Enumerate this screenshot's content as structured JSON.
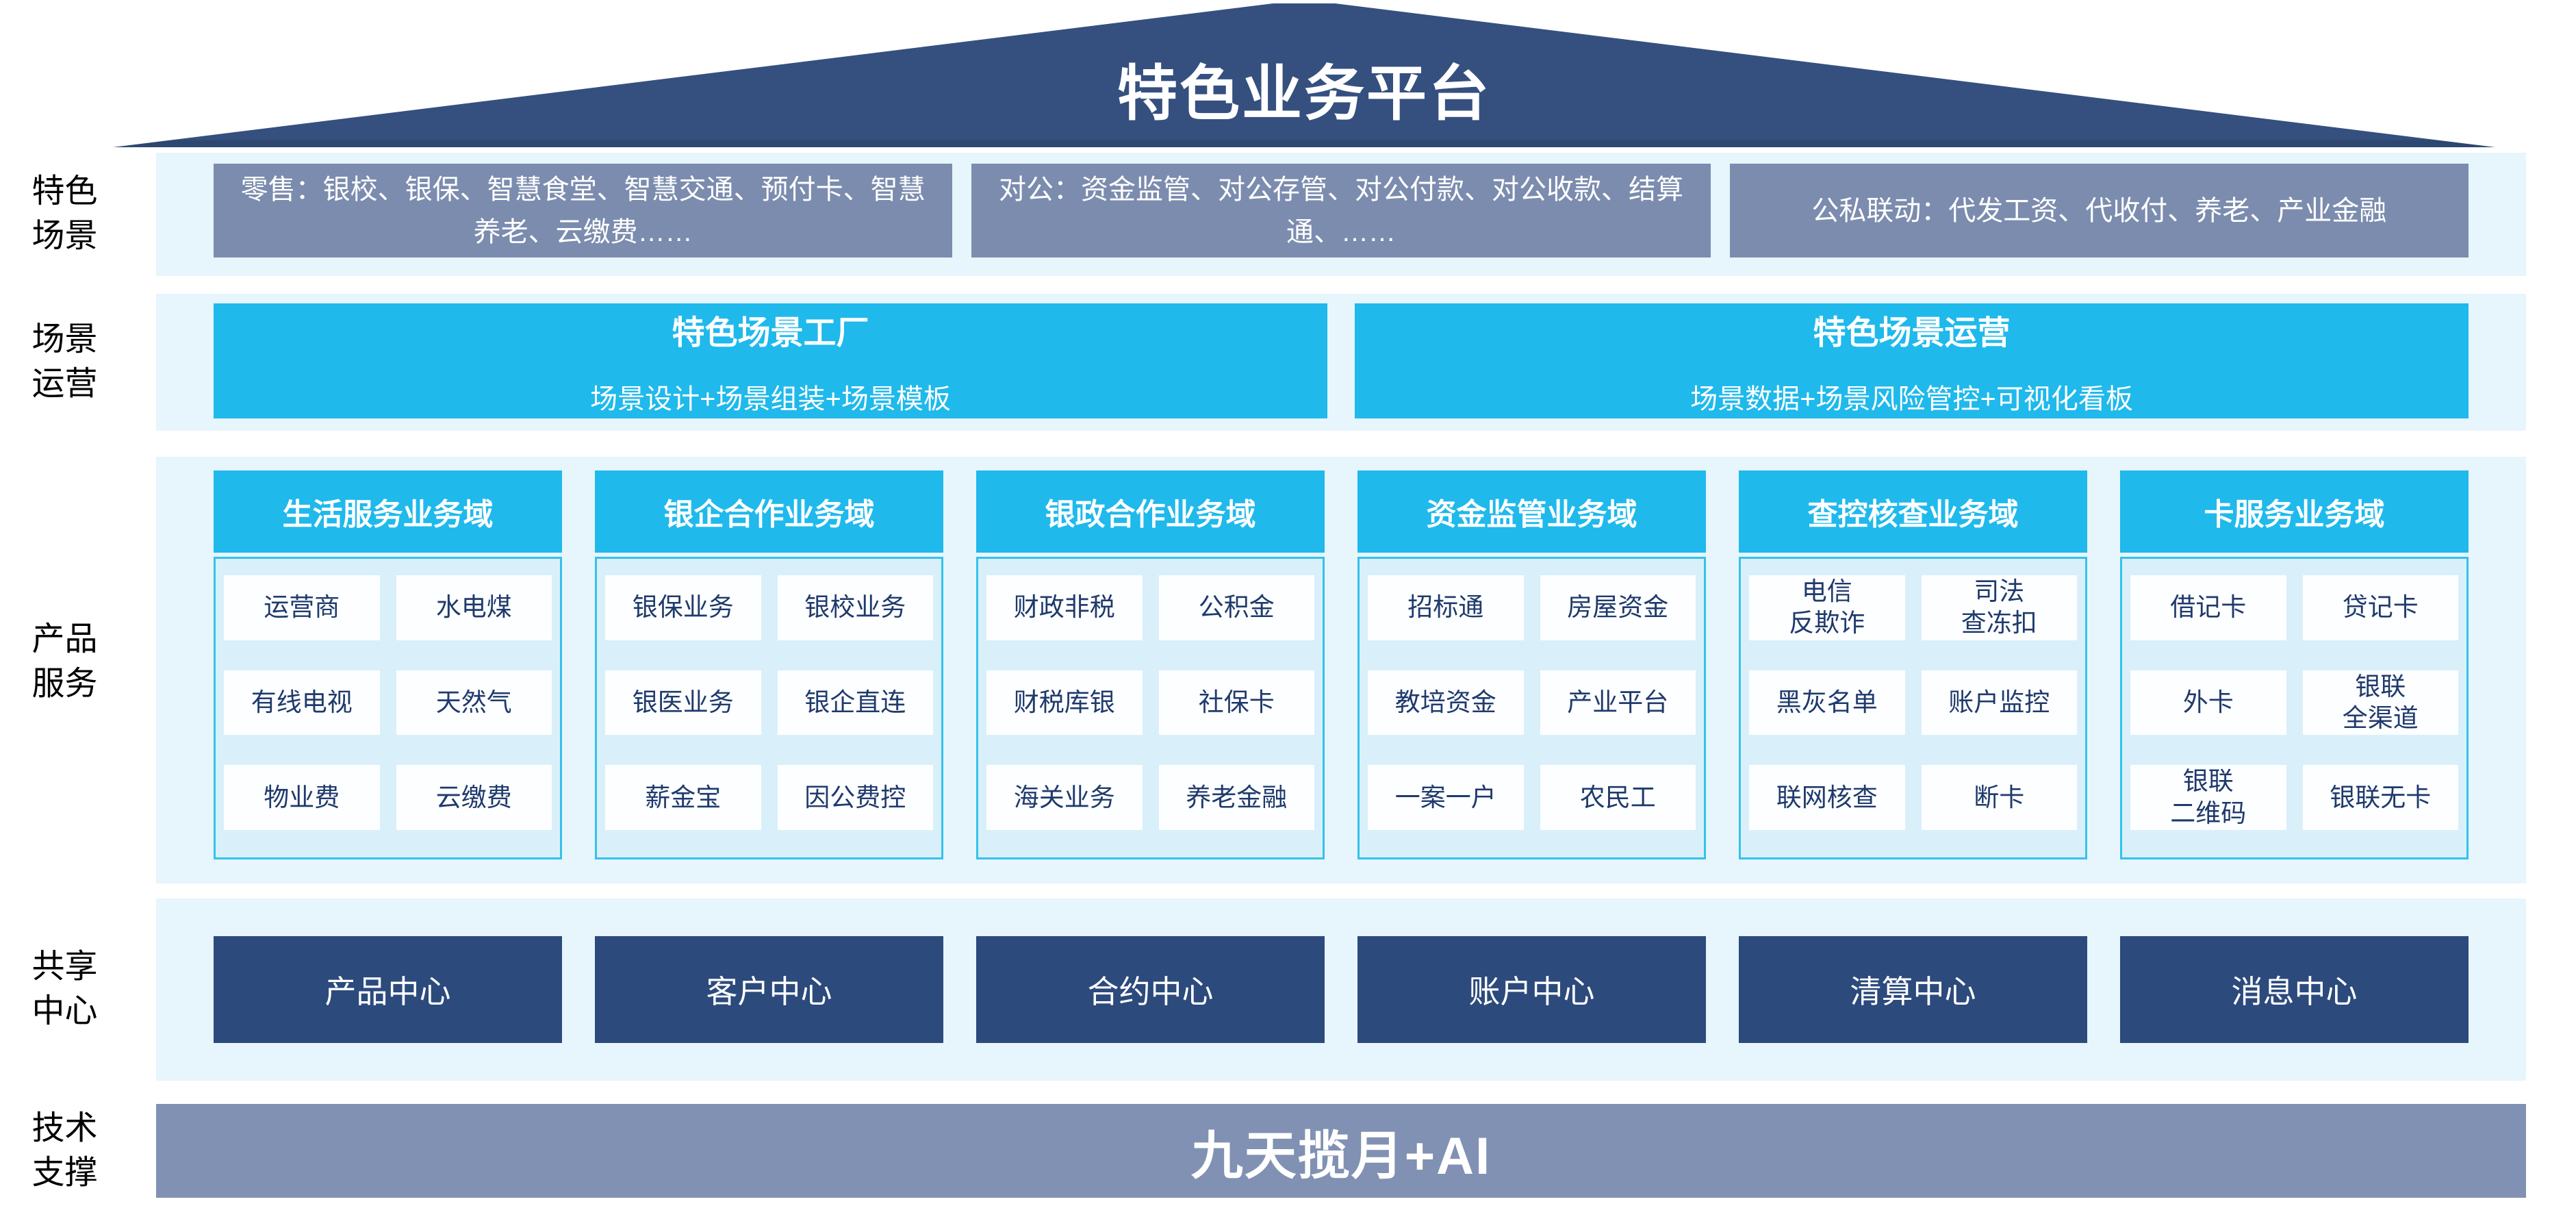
{
  "title": "特色业务平台",
  "colors": {
    "roof_navy": "#35507F",
    "center_navy": "#2C4A7C",
    "scene_slate": "#7B8CAE",
    "tech_slate": "#8191B3",
    "cyan": "#1FB9EC",
    "row_panel_blue": "#E7F5FC",
    "domain_body_blue": "#D9F0FA",
    "cell_text_navy": "#1F3A6C"
  },
  "scenes": {
    "label": "特色\n场景",
    "boxes": [
      "零售：银校、银保、智慧食堂、智慧交通、预付卡、智慧养老、云缴费……",
      "对公：资金监管、对公存管、对公付款、对公收款、结算通、……",
      "公私联动：代发工资、代收付、养老、产业金融"
    ]
  },
  "operation": {
    "label": "场景\n运营",
    "boxes": [
      {
        "title": "特色场景工厂",
        "subtitle": "场景设计+场景组装+场景模板"
      },
      {
        "title": "特色场景运营",
        "subtitle": "场景数据+场景风险管控+可视化看板"
      }
    ]
  },
  "products": {
    "label": "产品\n服务",
    "columns": [
      {
        "header": "生活服务业务域",
        "cells": [
          "运营商",
          "水电煤",
          "有线电视",
          "天然气",
          "物业费",
          "云缴费"
        ]
      },
      {
        "header": "银企合作业务域",
        "cells": [
          "银保业务",
          "银校业务",
          "银医业务",
          "银企直连",
          "薪金宝",
          "因公费控"
        ]
      },
      {
        "header": "银政合作业务域",
        "cells": [
          "财政非税",
          "公积金",
          "财税库银",
          "社保卡",
          "海关业务",
          "养老金融"
        ]
      },
      {
        "header": "资金监管业务域",
        "cells": [
          "招标通",
          "房屋资金",
          "教培资金",
          "产业平台",
          "一案一户",
          "农民工"
        ]
      },
      {
        "header": "查控核查业务域",
        "cells": [
          "电信\n反欺诈",
          "司法\n查冻扣",
          "黑灰名单",
          "账户监控",
          "联网核查",
          "断卡"
        ]
      },
      {
        "header": "卡服务业务域",
        "cells": [
          "借记卡",
          "贷记卡",
          "外卡",
          "银联\n全渠道",
          "银联\n二维码",
          "银联无卡"
        ]
      }
    ]
  },
  "shared": {
    "label": "共享\n中心",
    "boxes": [
      "产品中心",
      "客户中心",
      "合约中心",
      "账户中心",
      "清算中心",
      "消息中心"
    ]
  },
  "tech": {
    "label": "技术\n支撑",
    "box": "九天揽月+AI"
  }
}
